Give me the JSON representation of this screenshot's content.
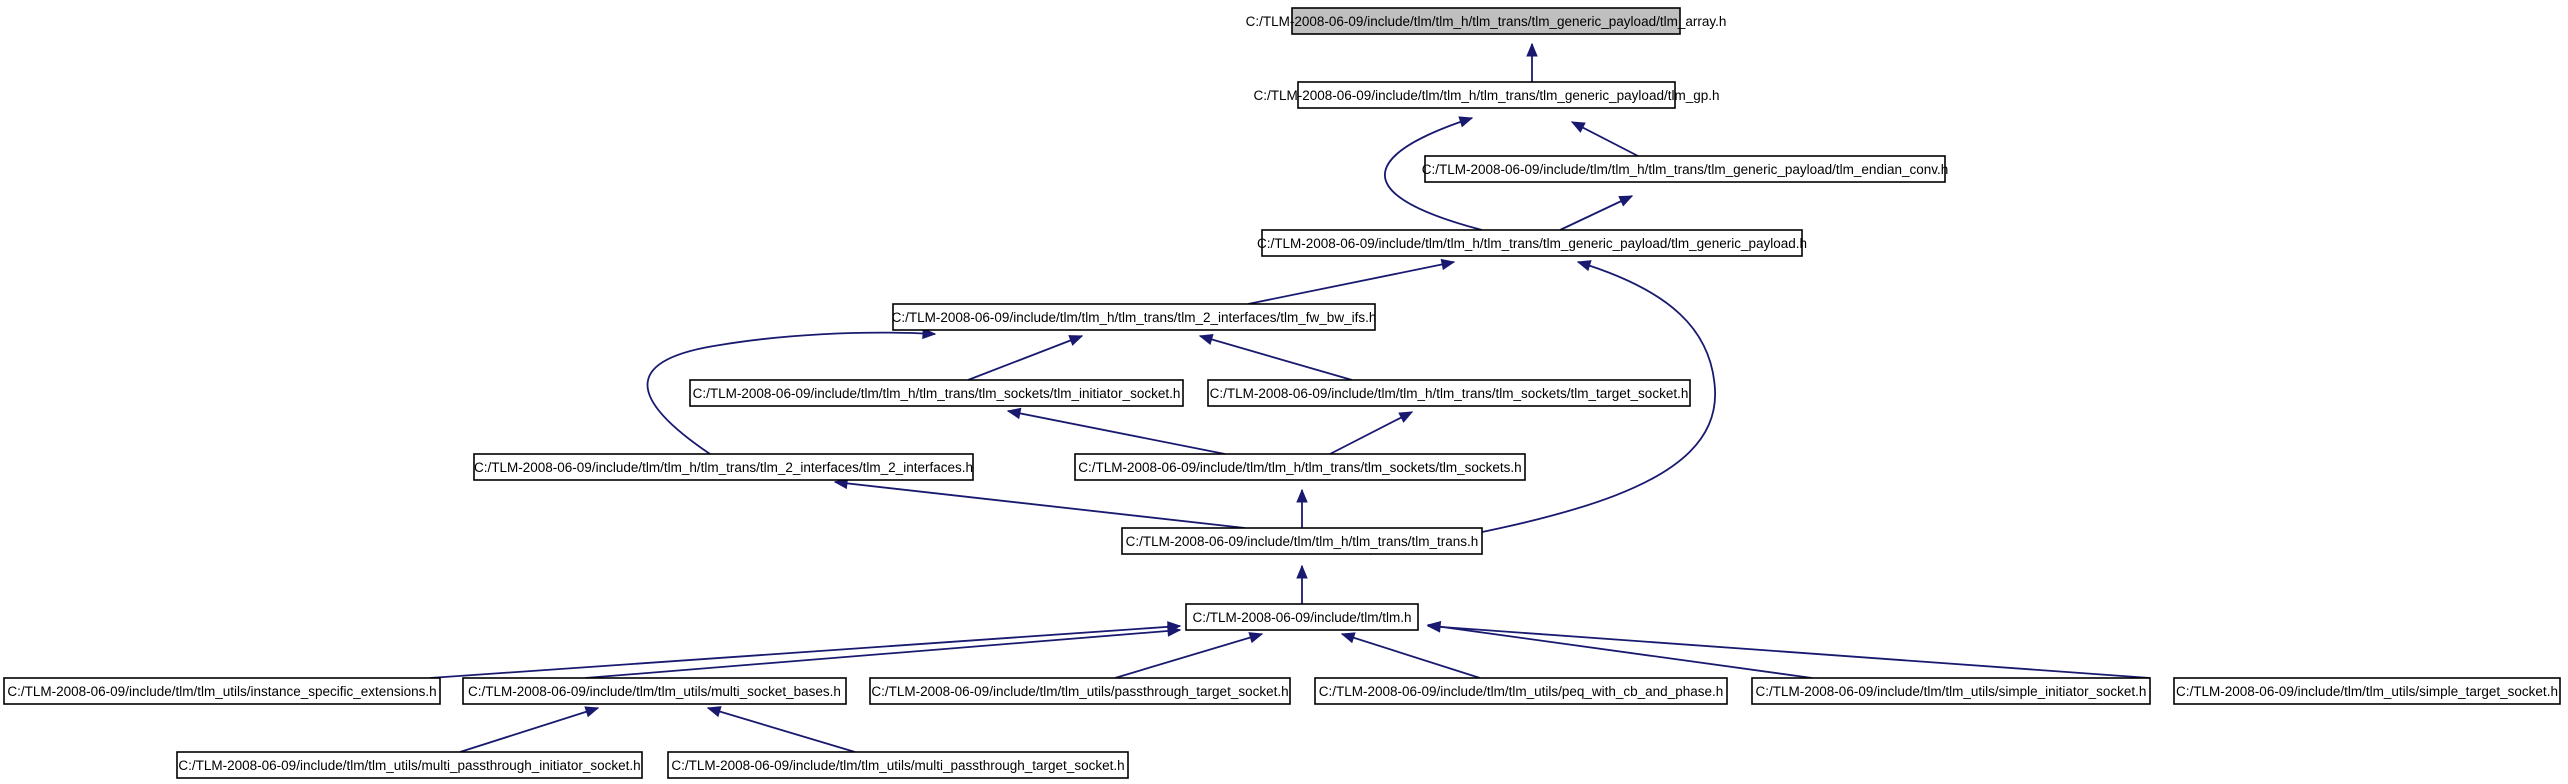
{
  "nodes": [
    {
      "id": "tlm_array",
      "label": "C:/TLM-2008-06-09/include/tlm/tlm_h/tlm_trans/tlm_generic_payload/tlm_array.h",
      "root": true
    },
    {
      "id": "tlm_gp",
      "label": "C:/TLM-2008-06-09/include/tlm/tlm_h/tlm_trans/tlm_generic_payload/tlm_gp.h"
    },
    {
      "id": "tlm_endian_conv",
      "label": "C:/TLM-2008-06-09/include/tlm/tlm_h/tlm_trans/tlm_generic_payload/tlm_endian_conv.h"
    },
    {
      "id": "tlm_generic_payload",
      "label": "C:/TLM-2008-06-09/include/tlm/tlm_h/tlm_trans/tlm_generic_payload/tlm_generic_payload.h"
    },
    {
      "id": "tlm_fw_bw_ifs",
      "label": "C:/TLM-2008-06-09/include/tlm/tlm_h/tlm_trans/tlm_2_interfaces/tlm_fw_bw_ifs.h"
    },
    {
      "id": "tlm_initiator_socket",
      "label": "C:/TLM-2008-06-09/include/tlm/tlm_h/tlm_trans/tlm_sockets/tlm_initiator_socket.h"
    },
    {
      "id": "tlm_target_socket",
      "label": "C:/TLM-2008-06-09/include/tlm/tlm_h/tlm_trans/tlm_sockets/tlm_target_socket.h"
    },
    {
      "id": "tlm_2_interfaces",
      "label": "C:/TLM-2008-06-09/include/tlm/tlm_h/tlm_trans/tlm_2_interfaces/tlm_2_interfaces.h"
    },
    {
      "id": "tlm_sockets",
      "label": "C:/TLM-2008-06-09/include/tlm/tlm_h/tlm_trans/tlm_sockets/tlm_sockets.h"
    },
    {
      "id": "tlm_trans",
      "label": "C:/TLM-2008-06-09/include/tlm/tlm_h/tlm_trans/tlm_trans.h"
    },
    {
      "id": "tlm",
      "label": "C:/TLM-2008-06-09/include/tlm/tlm.h"
    },
    {
      "id": "instance_specific_extensions",
      "label": "C:/TLM-2008-06-09/include/tlm/tlm_utils/instance_specific_extensions.h"
    },
    {
      "id": "multi_socket_bases",
      "label": "C:/TLM-2008-06-09/include/tlm/tlm_utils/multi_socket_bases.h"
    },
    {
      "id": "passthrough_target_socket",
      "label": "C:/TLM-2008-06-09/include/tlm/tlm_utils/passthrough_target_socket.h"
    },
    {
      "id": "peq_with_cb_and_phase",
      "label": "C:/TLM-2008-06-09/include/tlm/tlm_utils/peq_with_cb_and_phase.h"
    },
    {
      "id": "simple_initiator_socket",
      "label": "C:/TLM-2008-06-09/include/tlm/tlm_utils/simple_initiator_socket.h"
    },
    {
      "id": "simple_target_socket",
      "label": "C:/TLM-2008-06-09/include/tlm/tlm_utils/simple_target_socket.h"
    },
    {
      "id": "multi_passthrough_initiator_socket",
      "label": "C:/TLM-2008-06-09/include/tlm/tlm_utils/multi_passthrough_initiator_socket.h"
    },
    {
      "id": "multi_passthrough_target_socket",
      "label": "C:/TLM-2008-06-09/include/tlm/tlm_utils/multi_passthrough_target_socket.h"
    }
  ],
  "edges": [
    {
      "from": "tlm_gp",
      "to": "tlm_array"
    },
    {
      "from": "tlm_endian_conv",
      "to": "tlm_gp"
    },
    {
      "from": "tlm_generic_payload",
      "to": "tlm_gp"
    },
    {
      "from": "tlm_generic_payload",
      "to": "tlm_endian_conv"
    },
    {
      "from": "tlm_fw_bw_ifs",
      "to": "tlm_generic_payload"
    },
    {
      "from": "tlm_trans",
      "to": "tlm_generic_payload"
    },
    {
      "from": "tlm_initiator_socket",
      "to": "tlm_fw_bw_ifs"
    },
    {
      "from": "tlm_target_socket",
      "to": "tlm_fw_bw_ifs"
    },
    {
      "from": "tlm_2_interfaces",
      "to": "tlm_fw_bw_ifs"
    },
    {
      "from": "tlm_sockets",
      "to": "tlm_initiator_socket"
    },
    {
      "from": "tlm_sockets",
      "to": "tlm_target_socket"
    },
    {
      "from": "tlm_trans",
      "to": "tlm_2_interfaces"
    },
    {
      "from": "tlm_trans",
      "to": "tlm_sockets"
    },
    {
      "from": "tlm",
      "to": "tlm_trans"
    },
    {
      "from": "instance_specific_extensions",
      "to": "tlm"
    },
    {
      "from": "multi_socket_bases",
      "to": "tlm"
    },
    {
      "from": "passthrough_target_socket",
      "to": "tlm"
    },
    {
      "from": "peq_with_cb_and_phase",
      "to": "tlm"
    },
    {
      "from": "simple_initiator_socket",
      "to": "tlm"
    },
    {
      "from": "simple_target_socket",
      "to": "tlm"
    },
    {
      "from": "multi_passthrough_initiator_socket",
      "to": "multi_socket_bases"
    },
    {
      "from": "multi_passthrough_target_socket",
      "to": "multi_socket_bases"
    }
  ],
  "colors": {
    "edge": "#191970",
    "root_fill": "#bfbfbf",
    "node_fill": "#ffffff",
    "border": "#000000"
  }
}
